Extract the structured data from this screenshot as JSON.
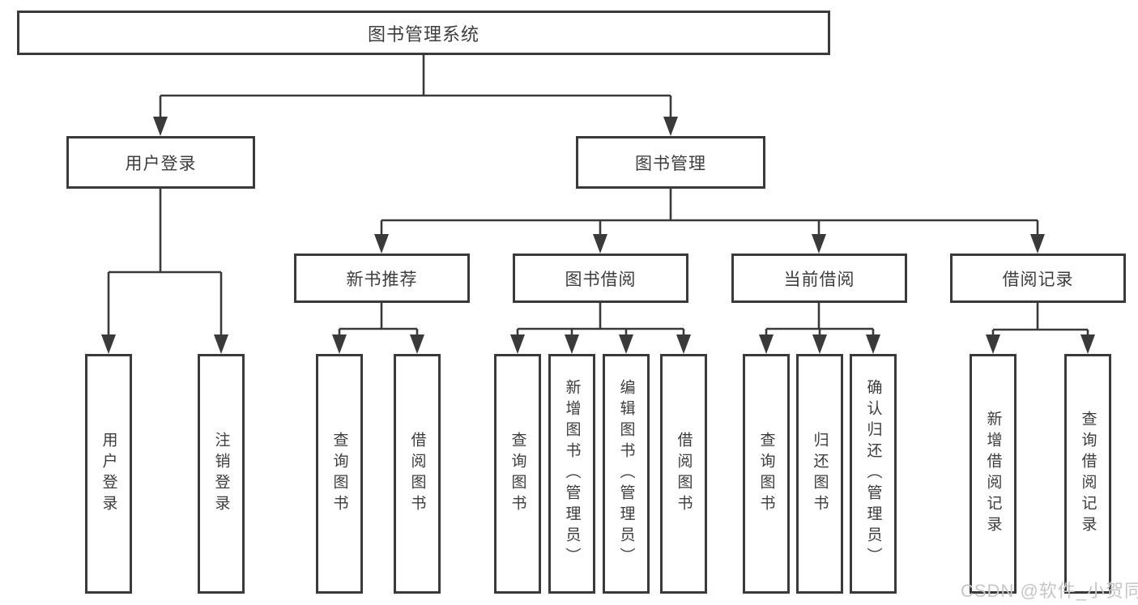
{
  "diagram": {
    "title": "图书管理系统",
    "user_branch": {
      "label": "用户登录",
      "children": [
        "用户登录",
        "注销登录"
      ]
    },
    "book_branch": {
      "label": "图书管理",
      "groups": [
        {
          "label": "新书推荐",
          "children": [
            "查询图书",
            "借阅图书"
          ]
        },
        {
          "label": "图书借阅",
          "children": [
            "查询图书",
            "新增图书（管理员）",
            "编辑图书（管理员）",
            "借阅图书"
          ]
        },
        {
          "label": "当前借阅",
          "children": [
            "查询图书",
            "归还图书",
            "确认归还（管理员）"
          ]
        },
        {
          "label": "借阅记录",
          "children": [
            "新增借阅记录",
            "查询借阅记录"
          ]
        }
      ]
    }
  },
  "watermark": "CSDN @软件_小贺同学",
  "colors": {
    "line": "#3a3a3a",
    "box_border": "#3a3a3a",
    "text": "#3d3d3d",
    "watermark": "#c6c6c6",
    "background": "#ffffff"
  }
}
